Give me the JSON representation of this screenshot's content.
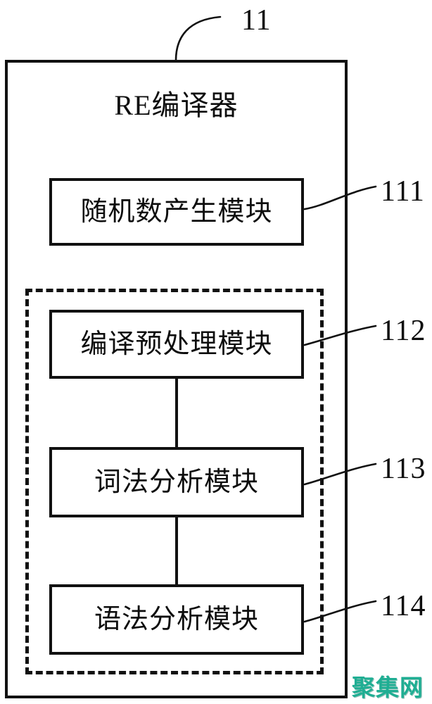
{
  "figure": {
    "outer_box": {
      "title": "RE编译器",
      "ref": "11"
    },
    "modules": [
      {
        "id": "111",
        "label": "随机数产生模块",
        "ref": "111"
      },
      {
        "id": "112",
        "label": "编译预处理模块",
        "ref": "112"
      },
      {
        "id": "113",
        "label": "词法分析模块",
        "ref": "113"
      },
      {
        "id": "114",
        "label": "语法分析模块",
        "ref": "114"
      }
    ],
    "watermark": "聚集网",
    "colors": {
      "line": "#111111",
      "text": "#0d0d0d",
      "watermark": "#1fae93",
      "background": "#ffffff"
    }
  }
}
